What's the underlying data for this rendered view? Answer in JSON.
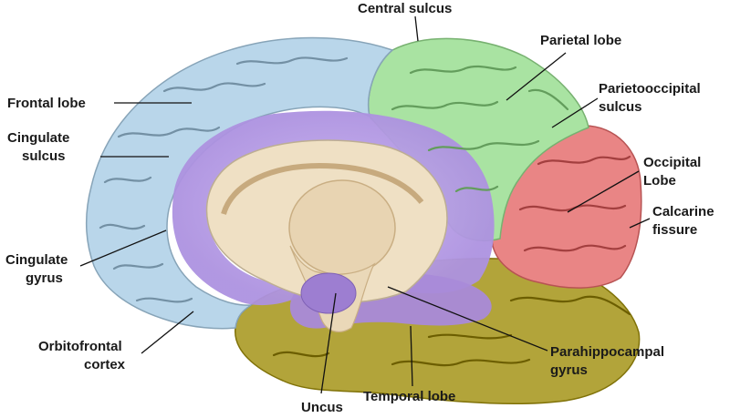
{
  "labels": {
    "central_sulcus": "Central sulcus",
    "parietal_lobe": "Parietal lobe",
    "parietooccipital_1": "Parietooccipital",
    "parietooccipital_2": "sulcus",
    "frontal_lobe": "Frontal lobe",
    "cingulate_sulcus_1": "Cingulate",
    "cingulate_sulcus_2": "sulcus",
    "occipital_1": "Occipital",
    "occipital_2": "Lobe",
    "calcarine_1": "Calcarine",
    "calcarine_2": "fissure",
    "cingulate_gyrus_1": "Cingulate",
    "cingulate_gyrus_2": "gyrus",
    "orbitofrontal_1": "Orbitofrontal",
    "orbitofrontal_2": "cortex",
    "parahippocampal_1": "Parahippocampal",
    "parahippocampal_2": "gyrus",
    "temporal_lobe": "Temporal lobe",
    "uncus": "Uncus"
  },
  "colors": {
    "frontal": "#b9d6ea",
    "parietal": "#a9e3a2",
    "occipital": "#e98585",
    "temporal": "#b2a43a",
    "limbic": "#b9a0e6",
    "corpus": "#efe0c4"
  }
}
